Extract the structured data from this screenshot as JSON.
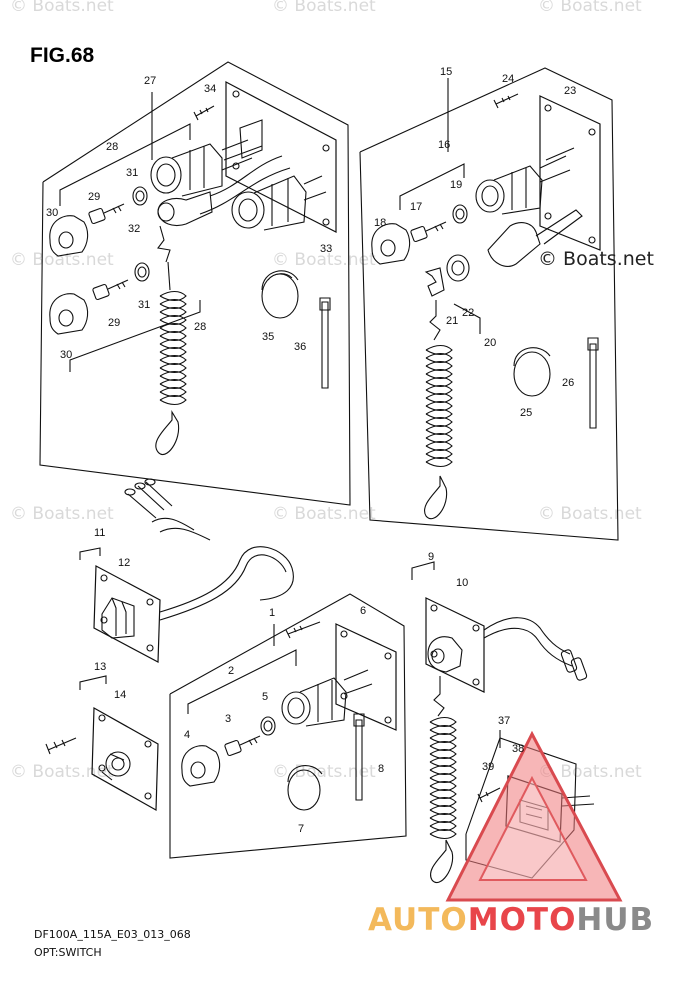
{
  "figure": {
    "title": "FIG.68",
    "code": "DF100A_115A_E03_013_068",
    "caption": "OPT:SWITCH"
  },
  "watermark": {
    "text": "© Boats.net",
    "highlight_text": "© Boats.net"
  },
  "brand": {
    "part1": "AUTO",
    "part2": "MOTO",
    "part3": "HUB",
    "colors": {
      "part1": "#f3b95b",
      "part2": "#e8454a",
      "part3": "#8a8a8a"
    }
  },
  "part_numbers": [
    "1",
    "2",
    "3",
    "4",
    "5",
    "6",
    "7",
    "8",
    "9",
    "10",
    "11",
    "12",
    "13",
    "14",
    "15",
    "16",
    "17",
    "18",
    "19",
    "20",
    "21",
    "22",
    "23",
    "24",
    "25",
    "26",
    "27",
    "28",
    "28",
    "29",
    "29",
    "30",
    "30",
    "31",
    "31",
    "32",
    "33",
    "34",
    "35",
    "36",
    "37",
    "38",
    "39"
  ]
}
